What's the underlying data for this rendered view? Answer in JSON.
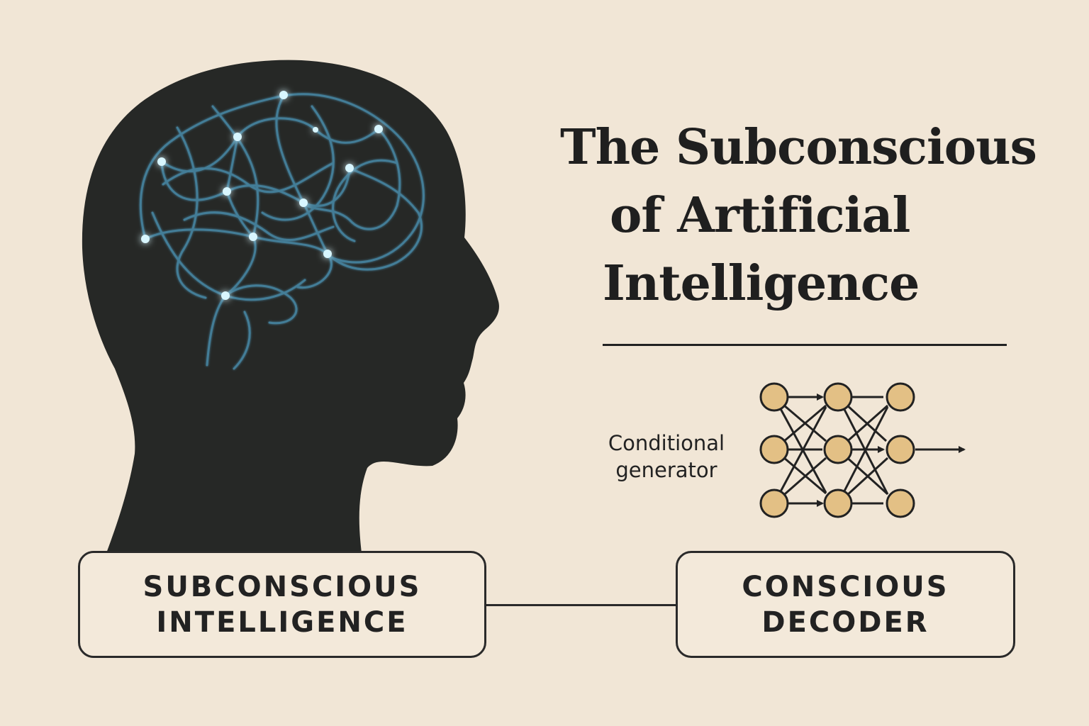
{
  "title": {
    "line1": "The Subconscious",
    "line2": "of Artificial",
    "line3": "Intelligence"
  },
  "network": {
    "label_line1": "Conditional",
    "label_line2": "generator",
    "layers": [
      3,
      3,
      3
    ]
  },
  "boxes": {
    "left": {
      "line1": "SUBCONSCIOUS",
      "line2": "INTELLIGENCE"
    },
    "right": {
      "line1": "CONSCIOUS",
      "line2": "DECODER"
    }
  },
  "colors": {
    "background": "#f1e6d6",
    "head": "#262826",
    "brain_lines": "#4a8cab",
    "brain_nodes": "#d8f6ff",
    "node_fill": "#e3c085",
    "ink": "#222222"
  }
}
